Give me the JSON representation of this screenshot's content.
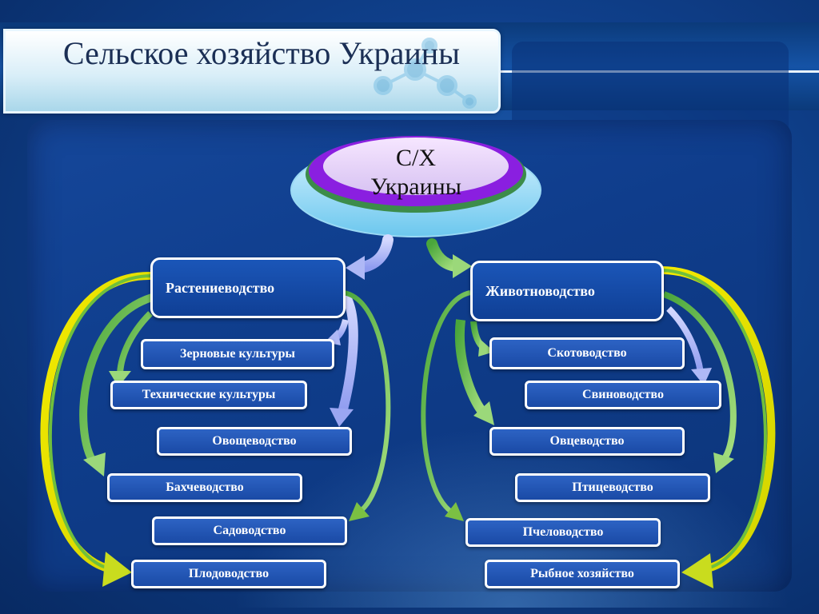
{
  "title": "Сельское хозяйство Украины",
  "center": {
    "line1": "С/Х",
    "line2": "Украины"
  },
  "branches": {
    "plants": {
      "label": "Растениеводство",
      "items": [
        "Зерновые культуры",
        "Технические культуры",
        "Овощеводство",
        "Бахчеводство",
        "Садоводство",
        "Плодоводство"
      ]
    },
    "animals": {
      "label": "Животноводство",
      "items": [
        "Скотоводство",
        "Свиноводство",
        "Овцеводство",
        "Птицеводство",
        "Пчеловодство",
        "Рыбное хозяйство"
      ]
    }
  },
  "colors": {
    "center_ring": "#8a1fe0",
    "arrow_green": "#7bc043",
    "arrow_yellow": "#f3e600",
    "arrow_lavender": "#a9b3f5",
    "box_blue": "#1a4aa6"
  }
}
